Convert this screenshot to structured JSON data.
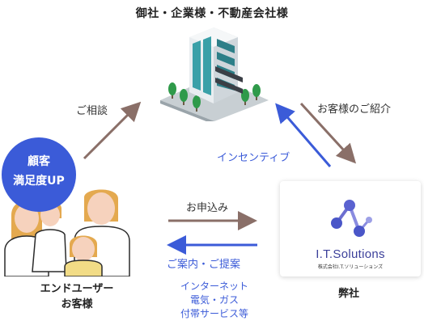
{
  "title": "御社・企業様・不動産会社様",
  "flows": {
    "consult": "ご相談",
    "introduce": "お客様のご紹介",
    "incentive": "インセンティブ",
    "apply": "お申込み",
    "proposal": "ご案内・ご提案"
  },
  "badge": [
    "顧客",
    "満足度UP"
  ],
  "company": {
    "brand": "I.T.Solutions",
    "brand_sub": "株式会社I.T.ソリューションズ",
    "label": "弊社"
  },
  "customer": {
    "line1": "エンドユーザー",
    "line2": "お客様"
  },
  "services": [
    "インターネット",
    "電気・ガス",
    "付帯サービス等"
  ],
  "colors": {
    "blue": "#3b5bd8",
    "brown_arrow": "#8a6f68",
    "brand_blue": "#4a56c8"
  }
}
